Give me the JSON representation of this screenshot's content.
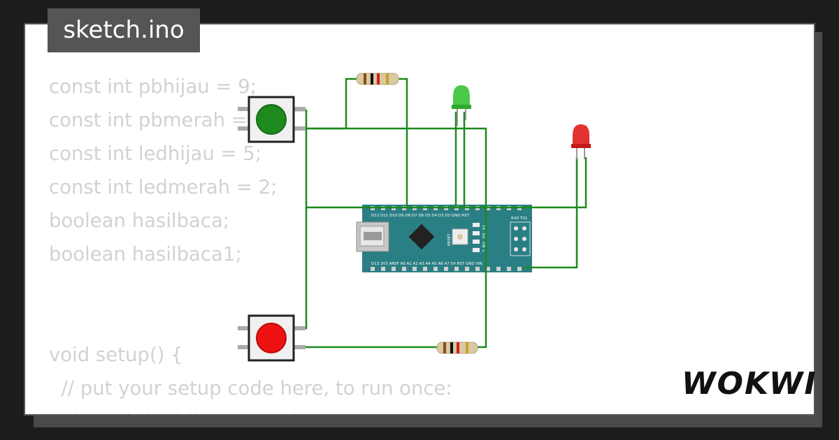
{
  "window": {
    "title": "sketch.ino"
  },
  "brand": {
    "logo": "WOKWI"
  },
  "code": {
    "lines": [
      "const int pbhijau = 9;",
      "const int pbmerah = 8;",
      "const int ledhijau = 5;",
      "const int ledmerah = 2;",
      "boolean hasilbaca;",
      "boolean hasilbaca1;",
      "",
      "",
      "void setup() {",
      "  // put your setup code here, to run once:",
      "  pinMode(pbhijau, INPUT);"
    ]
  },
  "board": {
    "top_pins": "D12 D11 D10  D9  D8  D7  D6  D5  D4  D3  D2 GND RST",
    "bottom_pins": "D13 3V3 AREF A0  A1  A2  A3  A4  A5  A6  A7  5V RST GND VIN",
    "side_label": "RX0 TX1",
    "reset_label": "RESET",
    "status_labels": [
      "TX",
      "RX",
      "ON",
      "L"
    ]
  },
  "colors": {
    "wire": "#1a8a1a",
    "board": "#2a7f85",
    "led_green": "#3cc43c",
    "led_red": "#e02020",
    "button_green": "#1e8a1e",
    "button_red": "#ee1111"
  }
}
